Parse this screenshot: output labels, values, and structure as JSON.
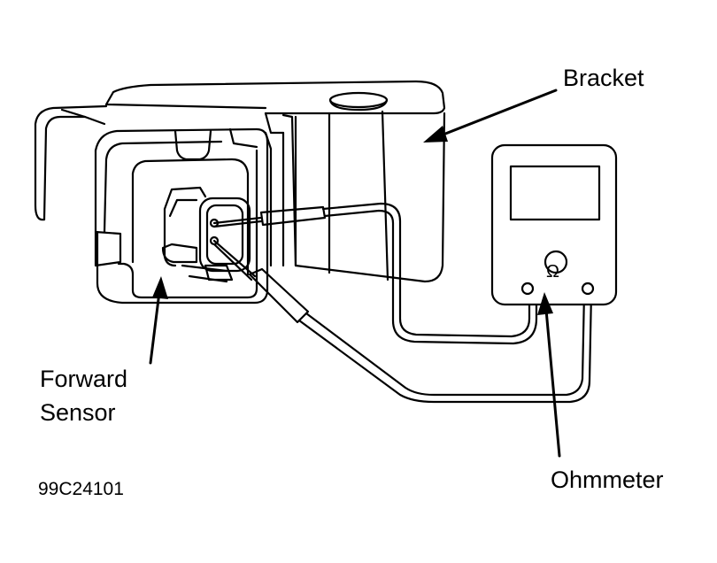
{
  "labels": {
    "bracket": "Bracket",
    "forward_sensor_line1": "Forward",
    "forward_sensor_line2": "Sensor",
    "ohmmeter": "Ohmmeter",
    "ohm_symbol": "Ω",
    "figure_code": "99C24101"
  },
  "colors": {
    "ink": "#000000",
    "paper": "#ffffff"
  }
}
